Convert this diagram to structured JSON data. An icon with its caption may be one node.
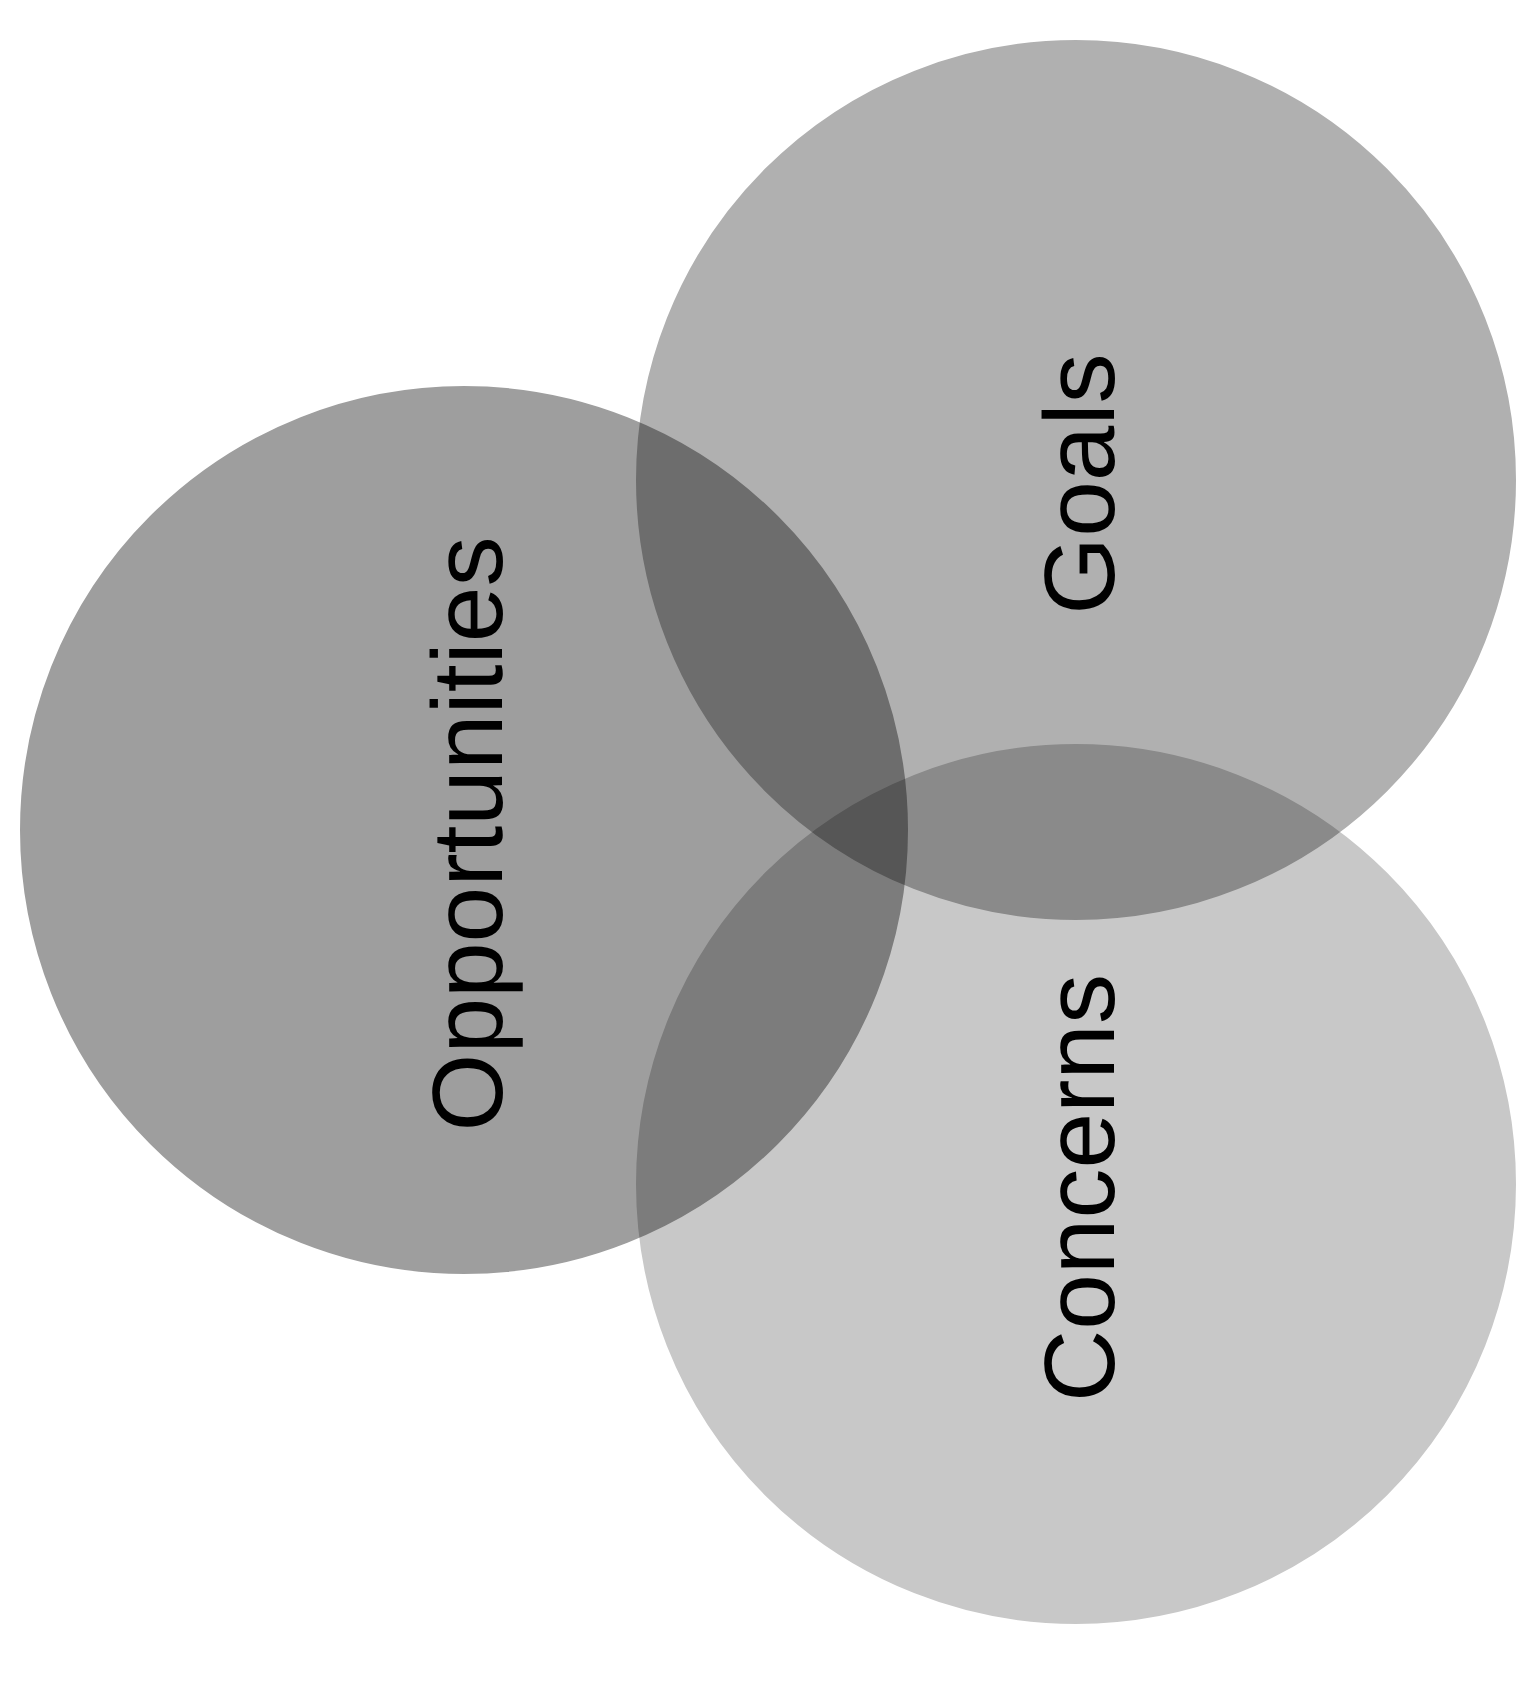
{
  "diagram": {
    "nodes": [
      {
        "text": [
          "Goals"
        ]
      },
      {
        "text": [
          "Opportunities"
        ]
      },
      {
        "text": [
          "Concerns"
        ]
      }
    ]
  }
}
